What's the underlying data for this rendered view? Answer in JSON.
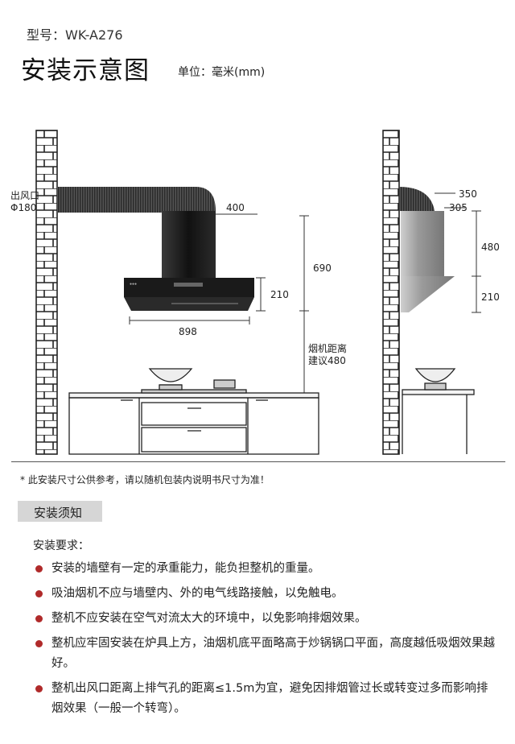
{
  "header": {
    "model": "型号：WK-A276",
    "title": "安装示意图",
    "unit": "单位：毫米(mm)"
  },
  "diagram_labels": {
    "outlet_line1": "出风口",
    "outlet_line2": "Φ180",
    "dim_400": "400",
    "dim_690": "690",
    "dim_210_front": "210",
    "dim_898": "898",
    "distance_line1": "烟机距离",
    "distance_line2": "建议480",
    "dim_350": "350",
    "dim_305": "305",
    "dim_480": "480",
    "dim_210_side": "210"
  },
  "note": "* 此安装尺寸公供参考，请以随机包装内说明书尺寸为准！",
  "section": {
    "title": "安装须知",
    "requirements_title": "安装要求：",
    "requirements": [
      "安装的墙壁有一定的承重能力，能负担整机的重量。",
      "吸油烟机不应与墙壁内、外的电气线路接触，以免触电。",
      "整机不应安装在空气对流太大的环境中，以免影响排烟效果。",
      "整机应牢固安装在炉具上方，油烟机底平面略高于炒锅锅口平面，高度越低吸烟效果越好。",
      "整机出风口距离上排气孔的距离≤1.5m为宜，避免因排烟管过长或转变过多而影响排烟效果（一般一个转弯）。"
    ]
  },
  "colors": {
    "bullet": "#b02a2a",
    "section_bg": "#d6d6d6"
  }
}
